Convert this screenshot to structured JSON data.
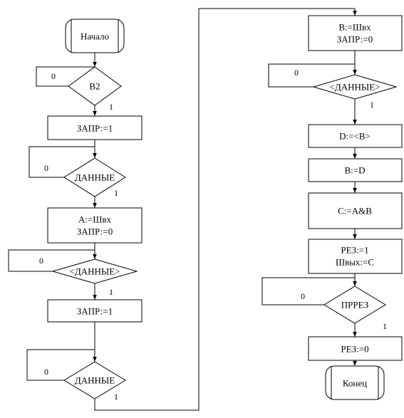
{
  "left_column": {
    "start": "Начало",
    "cond_b2": "В2",
    "cond_b2_no": "0",
    "cond_b2_yes": "1",
    "op_zapr1_a": "ЗАПР:=1",
    "cond_data_a": "ДАННЫЕ",
    "cond_data_a_no": "0",
    "cond_data_a_yes": "1",
    "op_a_line1": "A:=Швх",
    "op_a_line2": "ЗАПР:=0",
    "cond_notdata_a": "<ДАННЫЕ>",
    "cond_notdata_a_no": "0",
    "cond_notdata_a_yes": "1",
    "op_zapr1_b": "ЗАПР:=1",
    "cond_data_b": "ДАННЫЕ",
    "cond_data_b_no": "0",
    "cond_data_b_yes": "1"
  },
  "right_column": {
    "op_b_line1": "B:=Швх",
    "op_b_line2": "ЗАПР:=0",
    "cond_notdata_b": "<ДАННЫЕ>",
    "cond_notdata_b_no": "0",
    "cond_notdata_b_yes": "1",
    "op_d": "D:=<B>",
    "op_bd": "B:=D",
    "op_c": "C:=A&B",
    "op_rez_line1": "РЕЗ:=1",
    "op_rez_line2": "Швых:=С",
    "cond_prez": "ПРРЕЗ",
    "cond_prez_no": "0",
    "cond_prez_yes": "1",
    "op_rez0": "РЕЗ:=0",
    "end": "Конец"
  }
}
